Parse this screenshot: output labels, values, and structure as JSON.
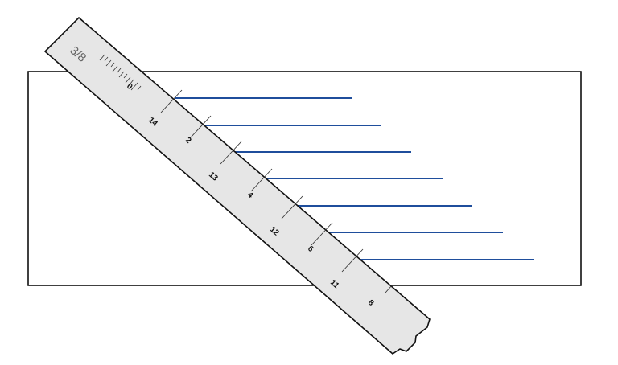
{
  "scale_label": "3/8",
  "ruler_numbers": [
    "0",
    "14",
    "2",
    "13",
    "4",
    "12",
    "6",
    "11",
    "8"
  ],
  "colors": {
    "ruler_fill": "#e6e6e6",
    "ruler_stroke": "#111111",
    "line_color": "#1f4e9c",
    "board_stroke": "#000000"
  }
}
